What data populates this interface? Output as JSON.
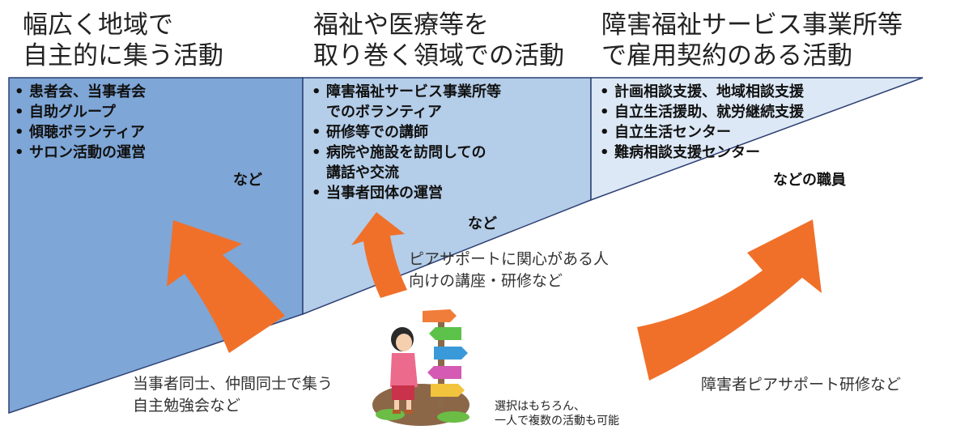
{
  "columns": [
    {
      "title_line1": "幅広く地域で",
      "title_line2": "自主的に集う活動",
      "items": [
        "患者会、当事者会",
        "自助グループ",
        "傾聴ボランティア",
        "サロン活動の運営"
      ],
      "etc": "など"
    },
    {
      "title_line1": "福祉や医療等を",
      "title_line2": "取り巻く領域での活動",
      "items": [
        {
          "line1": "障害福祉サービス事業所等",
          "line2": "でのボランティア"
        },
        {
          "line1": "研修等での講師"
        },
        {
          "line1": "病院や施設を訪問しての",
          "line2": "講話や交流"
        },
        {
          "line1": "当事者団体の運営"
        }
      ],
      "etc": "など"
    },
    {
      "title_line1": "障害福祉サービス事業所等",
      "title_line2": "で雇用契約のある活動",
      "items": [
        "計画相談支援、地域相談支援",
        "自立生活援助、就労継続支援",
        "自立生活センター",
        "難病相談支援センター"
      ],
      "etc": "などの職員"
    }
  ],
  "notes": {
    "left_line1": "当事者同士、仲間同士で集う",
    "left_line2": "自主勉強会など",
    "middle_line1": "ピアサポートに関心がある人",
    "middle_line2": "向けの講座・研修など",
    "right": "障害者ピアサポート研修など",
    "bottom_line1": "選択はもちろん、",
    "bottom_line2": "一人で複数の活動も可能"
  },
  "colors": {
    "panel_left": "#7ea6d6",
    "panel_middle": "#b4cde8",
    "panel_right": "#dce8f5",
    "arrow": "#f0702a",
    "outline": "#2d3f73"
  }
}
